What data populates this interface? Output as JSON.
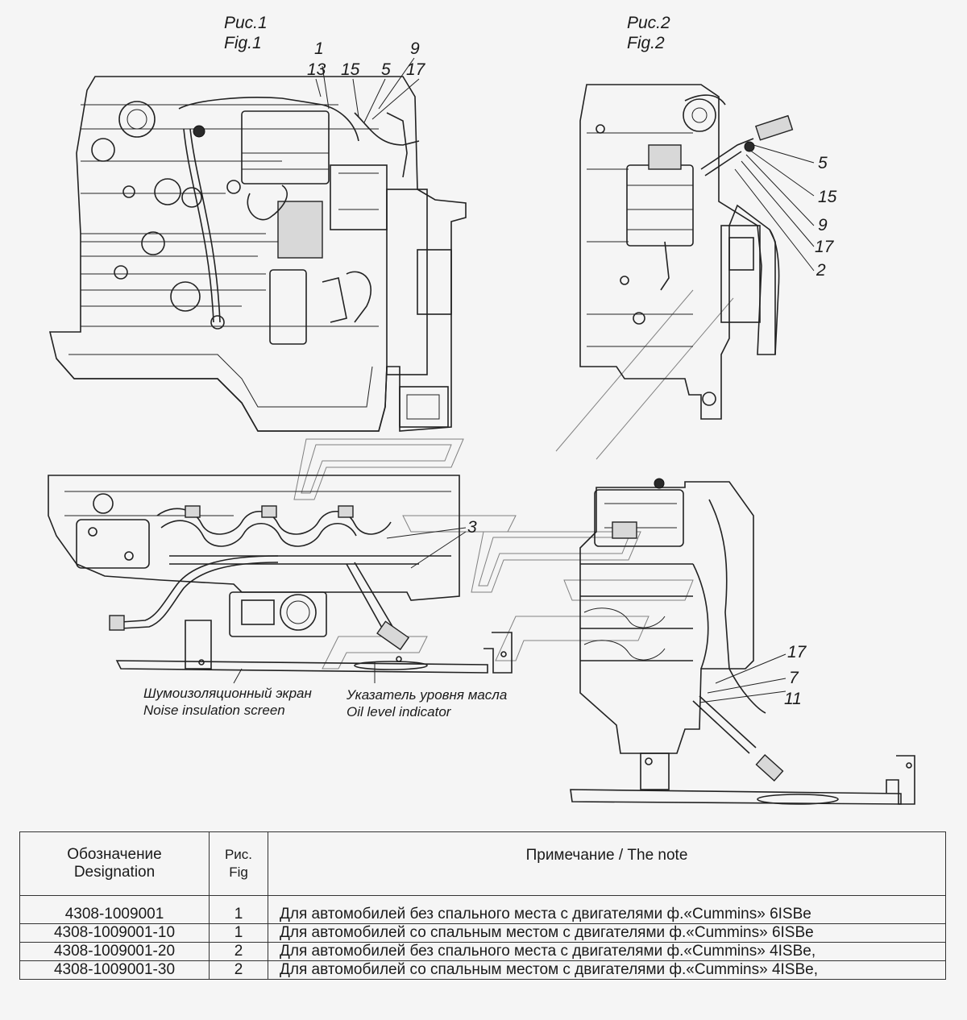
{
  "figures": {
    "fig1_ru": "Рис.1",
    "fig1_en": "Fig.1",
    "fig2_ru": "Рис.2",
    "fig2_en": "Fig.2"
  },
  "callouts": {
    "fig1_top": [
      "1",
      "13",
      "15",
      "5",
      "9",
      "17"
    ],
    "fig2_right": [
      "5",
      "15",
      "9",
      "17",
      "2"
    ],
    "fig1_bottom": [
      "3"
    ],
    "fig2_bottom": [
      "17",
      "7",
      "11"
    ]
  },
  "notes": {
    "screen_ru": "Шумоизоляционный экран",
    "screen_en": "Noise insulation screen",
    "oil_ru": "Указатель уровня масла",
    "oil_en": "Oil level  indicator"
  },
  "table": {
    "headers": {
      "designation_ru": "Обозначение",
      "designation_en": "Designation",
      "fig_ru": "Рис.",
      "fig_en": "Fig",
      "note": "Примечание / The note"
    },
    "rows": [
      {
        "designation": "4308-1009001",
        "fig": "1",
        "note": "Для автомобилей без спального места с двигателями ф.«Cummins» 6ISBe"
      },
      {
        "designation": "4308-1009001-10",
        "fig": "1",
        "note": "Для автомобилей со спальным местом с двигателями ф.«Cummins» 6ISBe"
      },
      {
        "designation": "4308-1009001-20",
        "fig": "2",
        "note": "Для автомобилей без спального места с двигателями ф.«Cummins» 4ISBe,"
      },
      {
        "designation": "4308-1009001-30",
        "fig": "2",
        "note": "Для автомобилей со спальным местом с двигателями ф.«Cummins» 4ISBe,"
      }
    ]
  }
}
